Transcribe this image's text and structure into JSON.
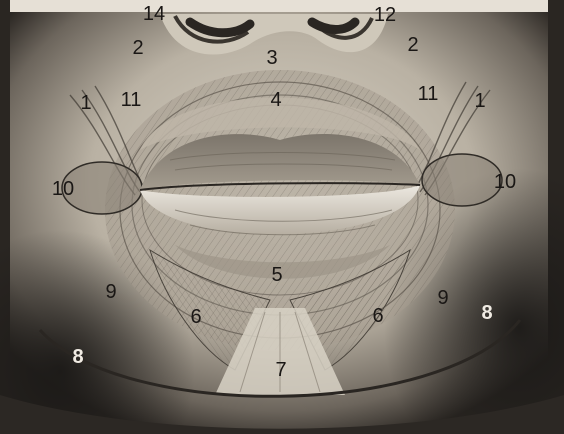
{
  "figure": {
    "subject": "perioral muscles illustration (engraving)",
    "labels": [
      {
        "id": "l14a",
        "text": "14",
        "tone": "dark"
      },
      {
        "id": "l12a",
        "text": "12",
        "tone": "dark"
      },
      {
        "id": "l2a",
        "text": "2",
        "tone": "dark"
      },
      {
        "id": "l3",
        "text": "3",
        "tone": "dark"
      },
      {
        "id": "l2b",
        "text": "2",
        "tone": "dark"
      },
      {
        "id": "l1a",
        "text": "1",
        "tone": "dark"
      },
      {
        "id": "l11a",
        "text": "11",
        "tone": "dark"
      },
      {
        "id": "l4",
        "text": "4",
        "tone": "dark"
      },
      {
        "id": "l11b",
        "text": "11",
        "tone": "dark"
      },
      {
        "id": "l1b",
        "text": "1",
        "tone": "dark"
      },
      {
        "id": "l10a",
        "text": "10",
        "tone": "dark"
      },
      {
        "id": "l10b",
        "text": "10",
        "tone": "dark"
      },
      {
        "id": "l5",
        "text": "5",
        "tone": "dark"
      },
      {
        "id": "l9a",
        "text": "9",
        "tone": "dark"
      },
      {
        "id": "l9b",
        "text": "9",
        "tone": "dark"
      },
      {
        "id": "l8b",
        "text": "8",
        "tone": "light"
      },
      {
        "id": "l6a",
        "text": "6",
        "tone": "dark"
      },
      {
        "id": "l6b",
        "text": "6",
        "tone": "dark"
      },
      {
        "id": "l8a",
        "text": "8",
        "tone": "light"
      },
      {
        "id": "l7",
        "text": "7",
        "tone": "dark"
      }
    ]
  }
}
